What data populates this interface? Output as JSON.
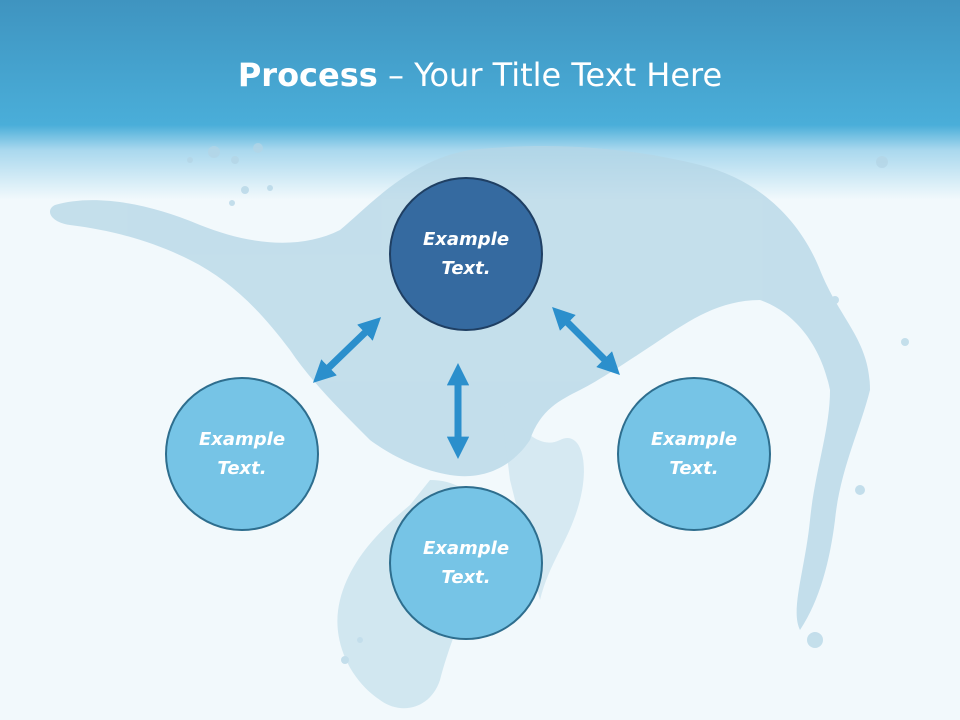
{
  "slide": {
    "title_bold": "Process",
    "title_rest": " – Your Title Text Here"
  },
  "diagram": {
    "center": "Example Text.",
    "left": "Example Text.",
    "right": "Example Text.",
    "bottom": "Example Text."
  },
  "colors": {
    "center_fill": "#356aa0",
    "node_fill": "#76c4e6",
    "arrow": "#2b8fcc",
    "header": "#4aaed9"
  }
}
